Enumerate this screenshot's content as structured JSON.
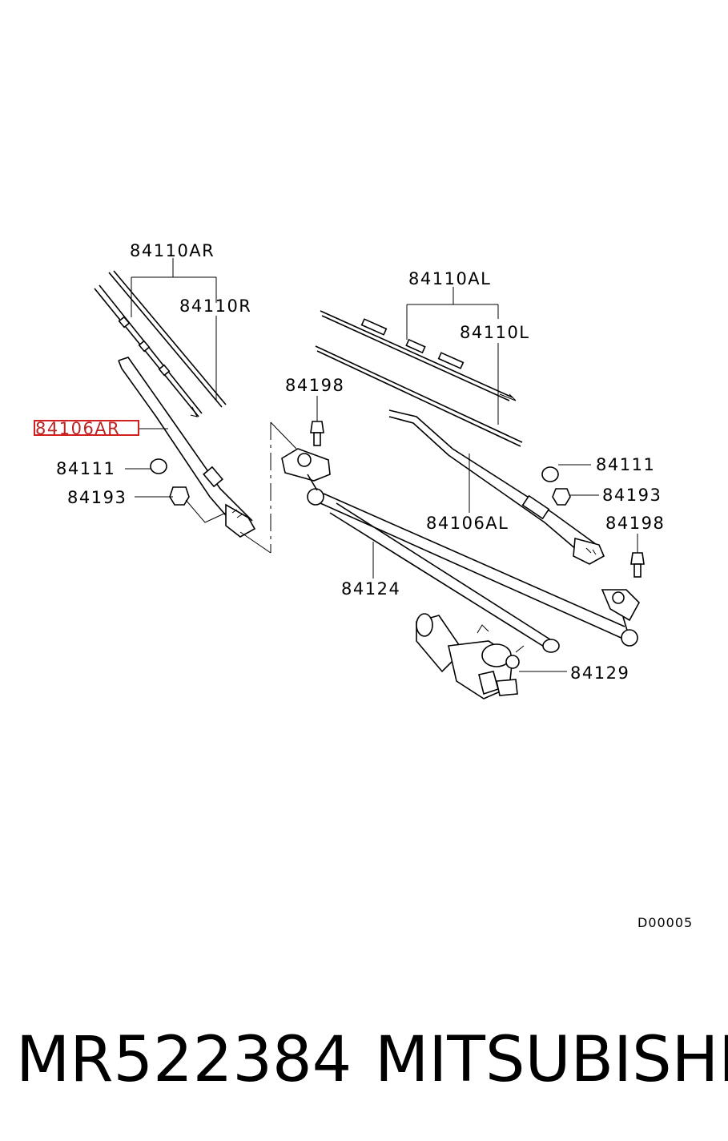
{
  "labels": {
    "blade_assy_right": "84110AR",
    "blade_rubber_right": "84110R",
    "blade_assy_left": "84110AL",
    "blade_rubber_left": "84110L",
    "arm_right": "84106AR",
    "arm_left": "84106AL",
    "nut_cover_right": "84111",
    "nut_right": "84193",
    "nut_cover_left": "84111",
    "nut_left": "84193",
    "bolt_upper": "84198",
    "bolt_right": "84198",
    "linkage": "84124",
    "motor": "84129"
  },
  "diagram_code": "D00005",
  "footer": {
    "part_number": "MR522384",
    "brand": "MITSUBISHI"
  },
  "colors": {
    "highlight": "#d22020",
    "ink": "#000000"
  }
}
